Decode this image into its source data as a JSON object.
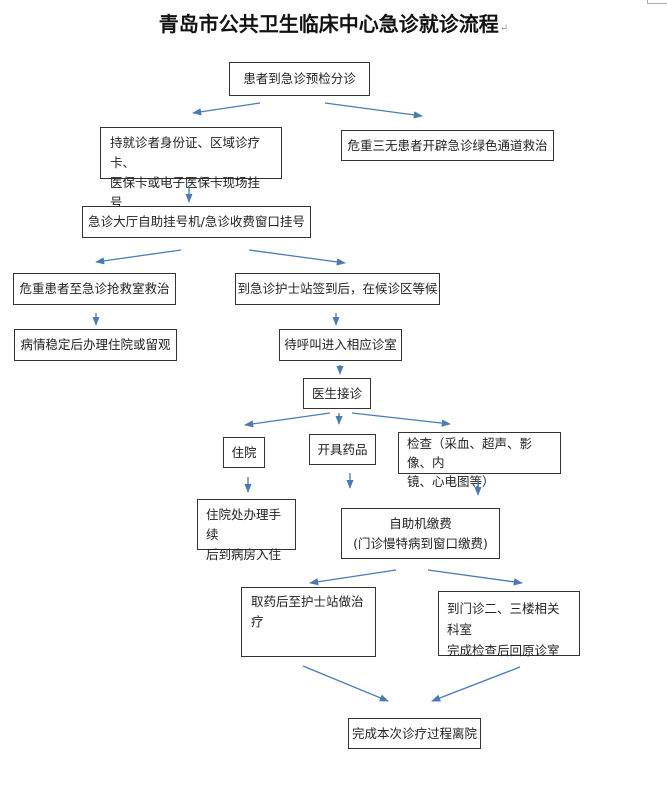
{
  "title": "青岛市公共卫生临床中心急诊就诊流程",
  "colors": {
    "arrow": "#4a7ab5",
    "box_border": "#333333",
    "text": "#222222"
  },
  "nodes": {
    "triage": "患者到急诊预检分诊",
    "register_id": "持就诊者身份证、区域诊疗卡、医保卡或电子医保卡现场挂号",
    "register_id_line1": "持就诊者身份证、区域诊疗卡、",
    "register_id_line2": "医保卡或电子医保卡现场挂号",
    "green_channel": "危重三无患者开辟急诊绿色通道救治",
    "self_register": "急诊大厅自助挂号机/急诊收费窗口挂号",
    "critical_rescue": "危重患者至急诊抢救室救治",
    "nurse_station": "到急诊护士站签到后，在候诊区等候",
    "stable_admit": "病情稳定后办理住院或留观",
    "wait_call": "待呼叫进入相应诊室",
    "doctor": "医生接诊",
    "hospitalize": "住院",
    "prescribe": "开具药品",
    "exam_line1": "检查（采血、超声、影像、内",
    "exam_line2": "镜、心电图等）",
    "admission_line1": "住院处办理手续",
    "admission_line2": "后到病房入住",
    "payment_line1": "自助机缴费",
    "payment_line2": "(门诊慢特病到窗口缴费)",
    "treatment": "取药后至护士站做治疗",
    "exam_dept_line1": "到门诊二、三楼相关科室",
    "exam_dept_line2": "完成检查后回原诊室",
    "finish": "完成本次诊疗过程离院"
  },
  "edges": [
    [
      "triage",
      "register_id"
    ],
    [
      "triage",
      "green_channel"
    ],
    [
      "register_id",
      "self_register"
    ],
    [
      "self_register",
      "critical_rescue"
    ],
    [
      "self_register",
      "nurse_station"
    ],
    [
      "critical_rescue",
      "stable_admit"
    ],
    [
      "nurse_station",
      "wait_call"
    ],
    [
      "wait_call",
      "doctor"
    ],
    [
      "doctor",
      "hospitalize"
    ],
    [
      "doctor",
      "prescribe"
    ],
    [
      "doctor",
      "exam"
    ],
    [
      "hospitalize",
      "admission"
    ],
    [
      "prescribe",
      "payment"
    ],
    [
      "exam",
      "payment"
    ],
    [
      "payment",
      "treatment"
    ],
    [
      "payment",
      "exam_dept"
    ],
    [
      "treatment",
      "finish"
    ],
    [
      "exam_dept",
      "finish"
    ]
  ]
}
